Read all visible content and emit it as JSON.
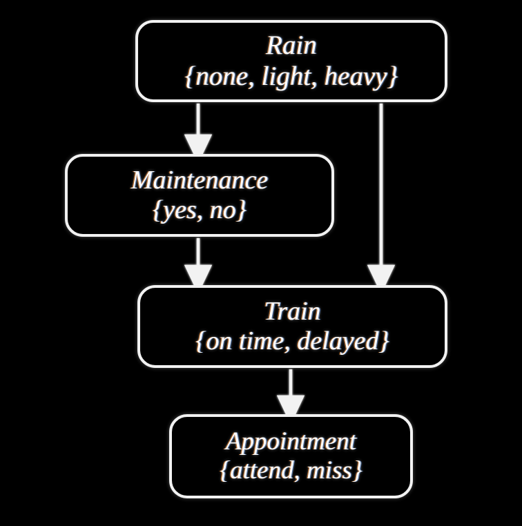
{
  "diagram": {
    "type": "bayesian-network",
    "background_color": "#000000",
    "node_border_color": "#f2f2f2",
    "text_color": "#ffffff",
    "edge_color": "#f2f2f2",
    "nodes": [
      {
        "id": "rain",
        "title": "Rain",
        "states": "{none, light, heavy}",
        "state_list": [
          "none",
          "light",
          "heavy"
        ]
      },
      {
        "id": "maintenance",
        "title": "Maintenance",
        "states": "{yes, no}",
        "state_list": [
          "yes",
          "no"
        ]
      },
      {
        "id": "train",
        "title": "Train",
        "states": "{on time, delayed}",
        "state_list": [
          "on time",
          "delayed"
        ]
      },
      {
        "id": "appointment",
        "title": "Appointment",
        "states": "{attend, miss}",
        "state_list": [
          "attend",
          "miss"
        ]
      }
    ],
    "edges": [
      {
        "id": "rain-to-maintenance",
        "from": "rain",
        "to": "maintenance"
      },
      {
        "id": "rain-to-train",
        "from": "rain",
        "to": "train"
      },
      {
        "id": "maintenance-to-train",
        "from": "maintenance",
        "to": "train"
      },
      {
        "id": "train-to-appointment",
        "from": "train",
        "to": "appointment"
      }
    ]
  }
}
